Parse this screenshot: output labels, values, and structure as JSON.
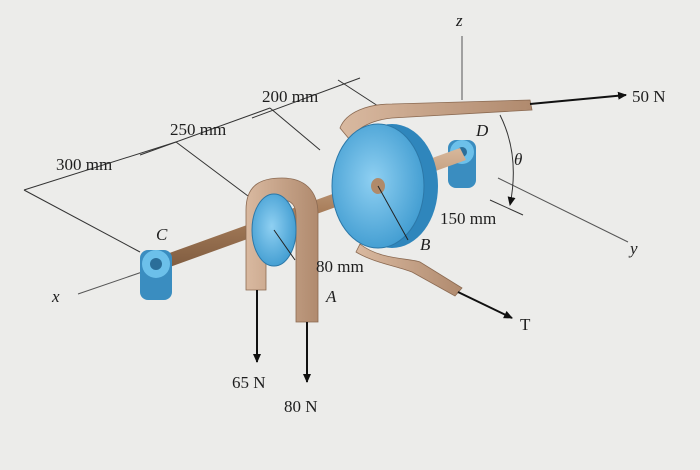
{
  "figure": {
    "axes": {
      "x": "x",
      "y": "y",
      "z": "z"
    },
    "dimensions": {
      "d1": "300 mm",
      "d2": "250 mm",
      "d3": "200 mm",
      "radius_A": "80 mm",
      "radius_B": "150 mm"
    },
    "forces": {
      "f_50": "50 N",
      "f_65": "65 N",
      "f_80": "80 N",
      "tension": "T"
    },
    "points": {
      "A": "A",
      "B": "B",
      "C": "C",
      "D": "D"
    },
    "angle": "θ",
    "colors": {
      "background": "#ececea",
      "shaft": "#b08a6a",
      "belt": "#c7a48a",
      "pulley": "#6ab7e2",
      "bearing": "#4ea5d6"
    }
  }
}
